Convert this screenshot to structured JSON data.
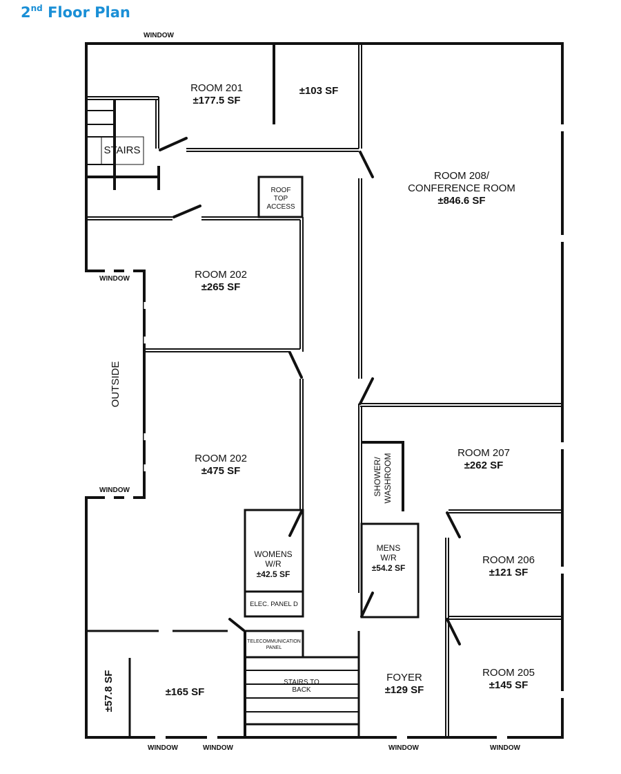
{
  "title": {
    "ordinal": "2",
    "ordinal_suffix": "nd",
    "text": "Floor Plan"
  },
  "colors": {
    "title": "#1a8fd6",
    "walls": "#111111"
  },
  "window_label": "WINDOW",
  "rooms": {
    "room201": {
      "name": "ROOM 201",
      "area": "±177.5 SF"
    },
    "closet103": {
      "area": "±103 SF"
    },
    "room208": {
      "name": "ROOM 208/",
      "name2": "CONFERENCE ROOM",
      "area": "±846.6 SF"
    },
    "room202a": {
      "name": "ROOM 202",
      "area": "±265 SF"
    },
    "room202b": {
      "name": "ROOM 202",
      "area": "±475 SF"
    },
    "room207": {
      "name": "ROOM 207",
      "area": "±262 SF"
    },
    "room206": {
      "name": "ROOM 206",
      "area": "±121 SF"
    },
    "room205": {
      "name": "ROOM 205",
      "area": "±145 SF"
    },
    "foyer": {
      "name": "FOYER",
      "area": "±129 SF"
    },
    "womens": {
      "name": "WOMENS",
      "name2": "W/R",
      "area": "±42.5 SF"
    },
    "mens": {
      "name": "MENS",
      "name2": "W/R",
      "area": "±54.2 SF"
    },
    "room165": {
      "area": "±165 SF"
    },
    "room57": {
      "area": "±57.8 SF"
    }
  },
  "labels": {
    "stairs": "STAIRS",
    "roof1": "ROOF",
    "roof2": "TOP",
    "roof3": "ACCESS",
    "outside": "OUTSIDE",
    "shower1": "SHOWER/",
    "shower2": "WASHROOM",
    "elec": "ELEC. PANEL D",
    "telecom1": "TELECOMMUNICATION",
    "telecom2": "PANEL",
    "stairsback1": "STAIRS TO",
    "stairsback2": "BACK"
  }
}
